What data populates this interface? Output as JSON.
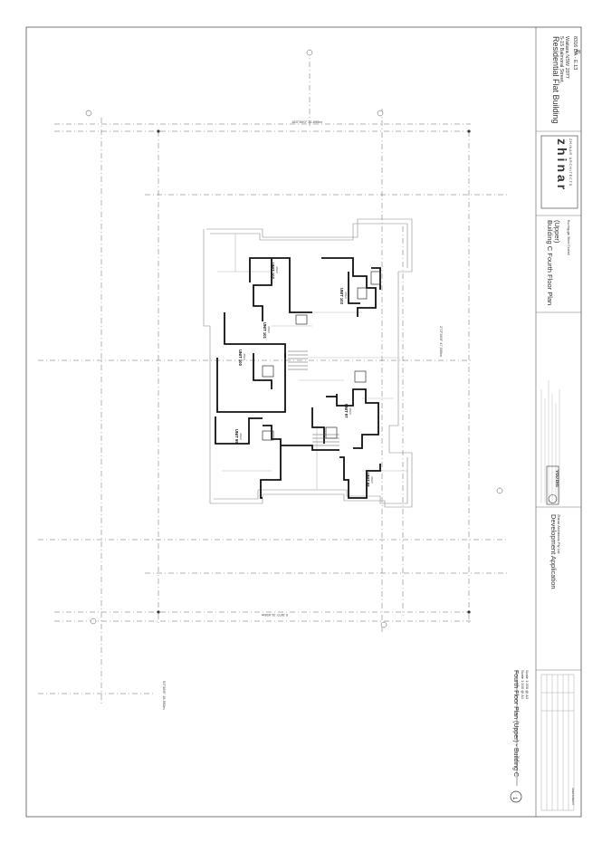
{
  "drawing": {
    "title": "Fourth Floor Plan (Upper) - Building C",
    "scale_a1": "Scale 1:100 @ A1",
    "scale_a3": "Scale 1:200 @ A3",
    "marker": "1",
    "boundary_top": "183°36'0\"  31.698m",
    "boundary_right": "273°38'8\"  47.098m",
    "boundary_bottom": "0 36°0'  31.698m",
    "boundary_left": "93°38'8\"  18.590m"
  },
  "units": [
    {
      "label": "UNIT 102",
      "sub": "3BED"
    },
    {
      "label": "UNIT 103",
      "sub": "3BED"
    },
    {
      "label": "UNIT 101",
      "sub": "3BED"
    },
    {
      "label": "UNIT 100",
      "sub": "3BED"
    },
    {
      "label": "UNIT 97",
      "sub": "3BED"
    },
    {
      "label": "UNIT 99",
      "sub": "3BED"
    },
    {
      "label": "UNIT 98",
      "sub": "3BED"
    }
  ],
  "title_block": {
    "project": "Residential Flat Building",
    "address1": "5-15 Balmoral Street,",
    "address2": "Waitara NSW 2077",
    "drawing_no": "8316 DA - E.13",
    "revision": "E",
    "firm_logo": "zhinar",
    "firm_name": "ZHINAR ARCHITECTS",
    "sheet_title_1": "Building C Fourth Floor Plan",
    "sheet_title_2": "(Upper)",
    "stage": "Development Application",
    "company": "Zhinar Architects Pty Ltd",
    "council": "Ku-ring-gai Shire Council",
    "dbyd": "YOU DIG",
    "amendment": "AMENDMENT"
  }
}
